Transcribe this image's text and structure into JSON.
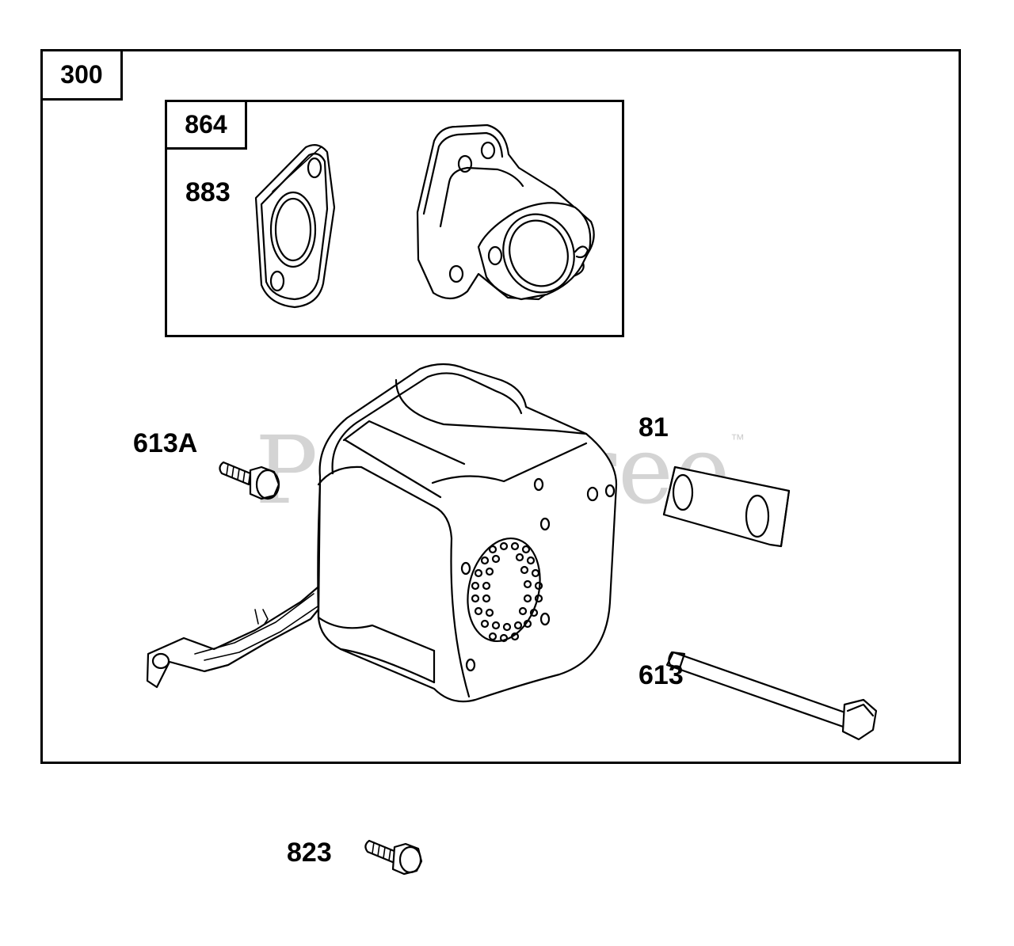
{
  "watermark": {
    "text": "PartsTree",
    "tm": "™"
  },
  "groups": {
    "outer": {
      "tag": "300"
    },
    "inner": {
      "tag": "864"
    }
  },
  "callouts": {
    "p883": "883",
    "p613a": "613A",
    "p81": "81",
    "p613": "613",
    "p823": "823"
  }
}
